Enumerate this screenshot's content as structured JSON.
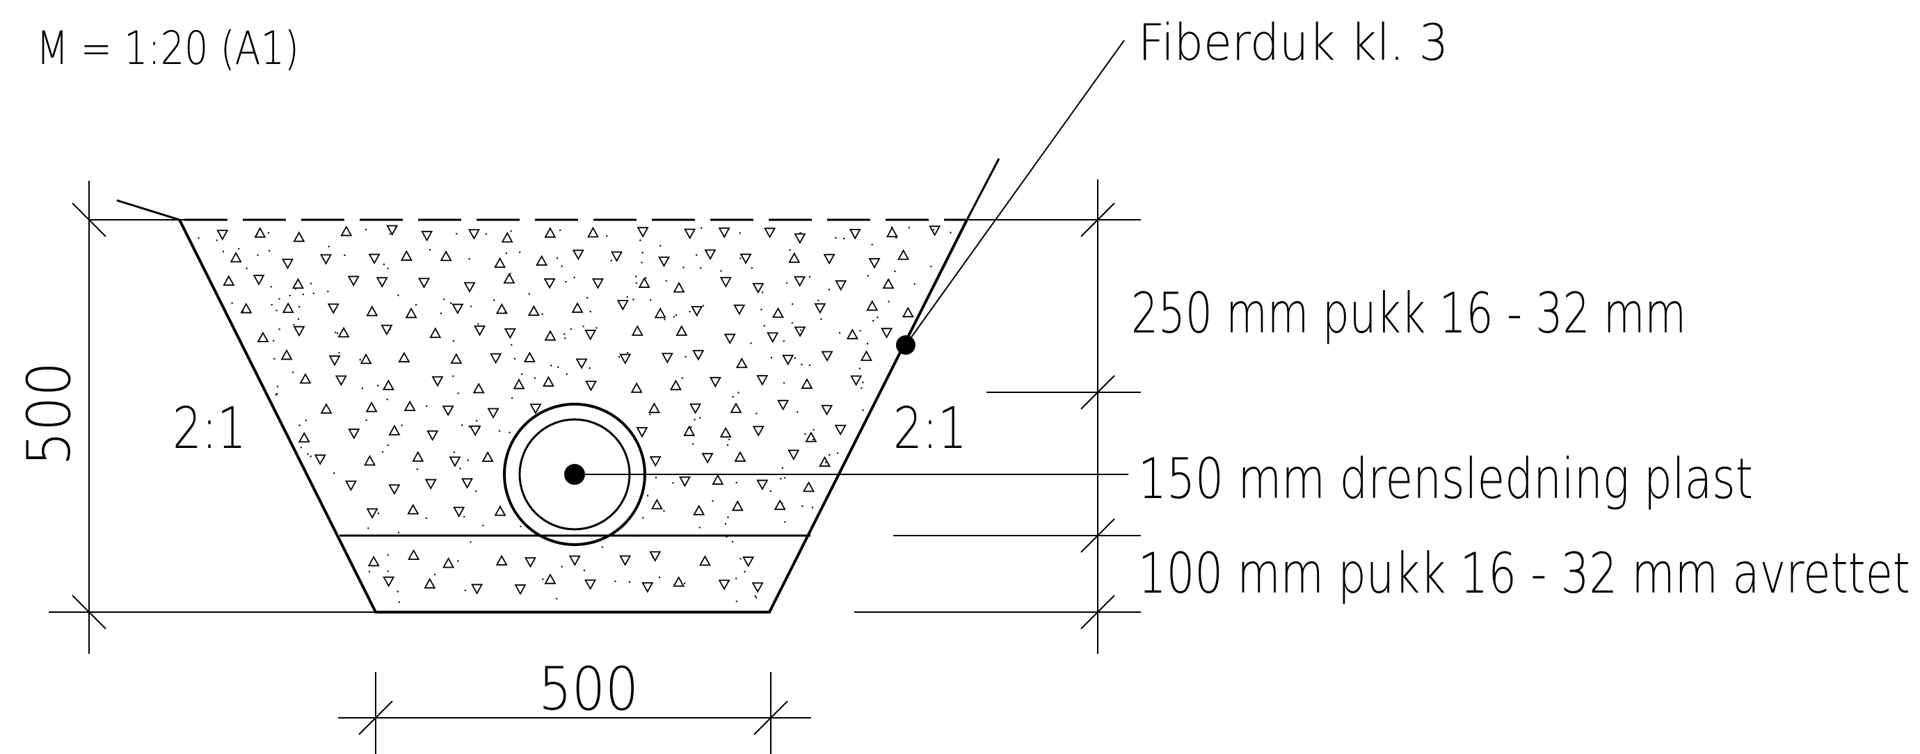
{
  "scale_label": "M = 1:20 (A1)",
  "labels": {
    "fabric": "Fiberduk kl. 3",
    "top_layer": "250 mm pukk 16 - 32 mm",
    "pipe": "150 mm drensledning plast",
    "bottom_layer": "100 mm pukk 16 - 32 mm avrettet"
  },
  "slopes": {
    "left": "2:1",
    "right": "2:1"
  },
  "dimensions": {
    "height": "500",
    "bottom_width": "500"
  },
  "colors": {
    "ink": "#000000",
    "background": "#ffffff"
  }
}
